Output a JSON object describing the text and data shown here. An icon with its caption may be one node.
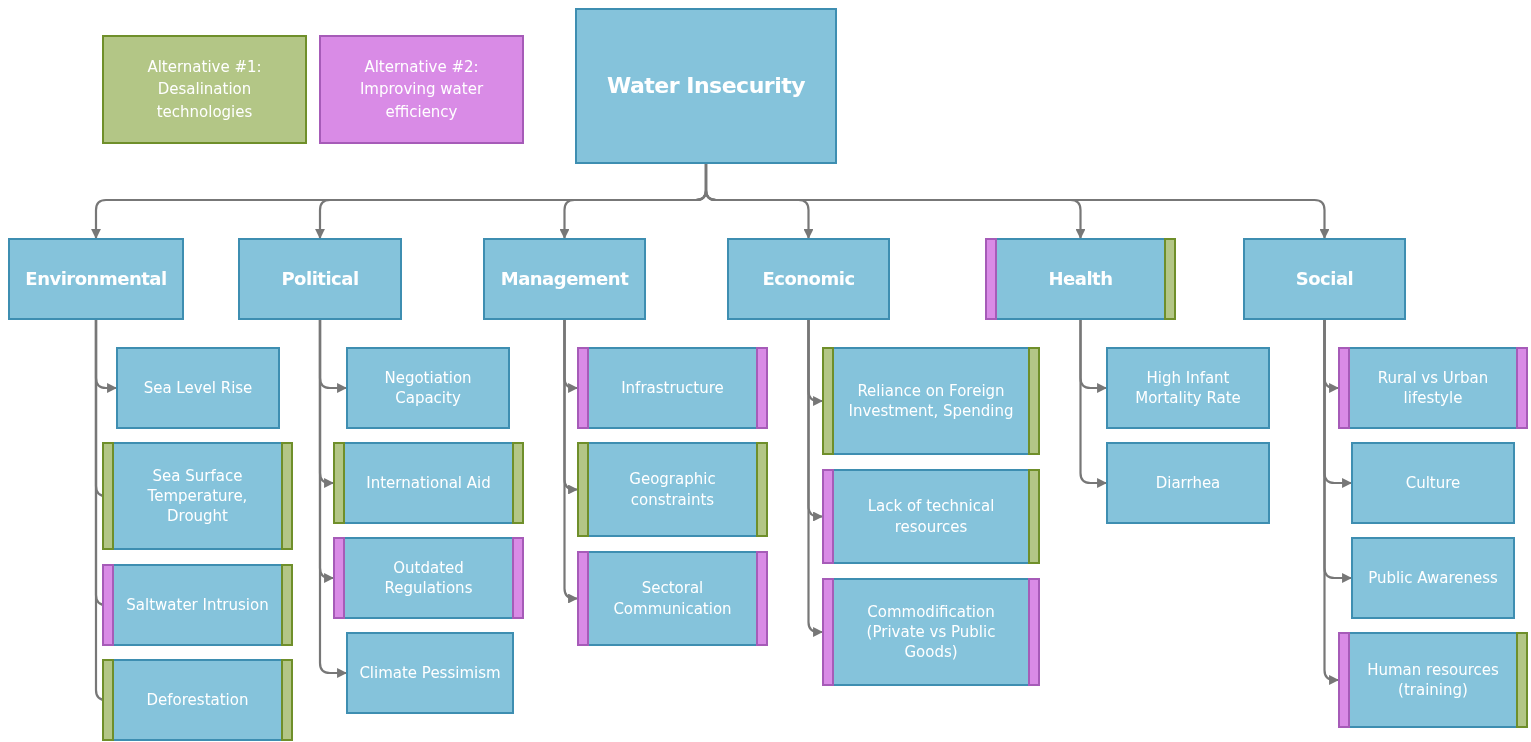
{
  "diagram": {
    "nodes": [
      {
        "text": [
          "Water Insecurity"
        ]
      },
      {
        "text": [
          "Environmental"
        ]
      },
      {
        "text": [
          "Political"
        ]
      },
      {
        "text": [
          "Management"
        ]
      },
      {
        "text": [
          "Economic"
        ]
      },
      {
        "text": [
          "Health"
        ]
      },
      {
        "text": [
          "Social"
        ]
      },
      {
        "text": [
          "Sea Level Rise"
        ]
      },
      {
        "text": [
          "Sea Surface Temperature, Drought"
        ]
      },
      {
        "text": [
          "Saltwater Intrusion"
        ]
      },
      {
        "text": [
          "Deforestation"
        ]
      },
      {
        "text": [
          "Negotiation Capacity"
        ]
      },
      {
        "text": [
          "International Aid"
        ]
      },
      {
        "text": [
          "Outdated Regulations"
        ]
      },
      {
        "text": [
          "Climate Pessimism"
        ]
      },
      {
        "text": [
          "Infrastructure"
        ]
      },
      {
        "text": [
          "Geographic constraints"
        ]
      },
      {
        "text": [
          "Sectoral Communication"
        ]
      },
      {
        "text": [
          "Reliance on Foreign Investment, Spending"
        ]
      },
      {
        "text": [
          "Lack of technical resources"
        ]
      },
      {
        "text": [
          "Commodification (Private vs Public Goods)"
        ]
      },
      {
        "text": [
          "High Infant Mortality Rate"
        ]
      },
      {
        "text": [
          "Diarrhea"
        ]
      },
      {
        "text": [
          "Rural vs Urban lifestyle"
        ]
      },
      {
        "text": [
          "Culture"
        ]
      },
      {
        "text": [
          "Public Awareness"
        ]
      },
      {
        "text": [
          "Human resources (training)"
        ]
      }
    ],
    "edges": [
      {
        "from": 0,
        "to": 1,
        "arrow": "to"
      },
      {
        "from": 0,
        "to": 2,
        "arrow": "to"
      },
      {
        "from": 0,
        "to": 3,
        "arrow": "to"
      },
      {
        "from": 0,
        "to": 4,
        "arrow": "to"
      },
      {
        "from": 0,
        "to": 5,
        "arrow": "to"
      },
      {
        "from": 0,
        "to": 6,
        "arrow": "to"
      },
      {
        "from": 1,
        "to": 7,
        "arrow": "to"
      },
      {
        "from": 1,
        "to": 8,
        "arrow": "to"
      },
      {
        "from": 1,
        "to": 9,
        "arrow": "to"
      },
      {
        "from": 1,
        "to": 10,
        "arrow": "to"
      },
      {
        "from": 2,
        "to": 11,
        "arrow": "to"
      },
      {
        "from": 2,
        "to": 12,
        "arrow": "to"
      },
      {
        "from": 2,
        "to": 13,
        "arrow": "to"
      },
      {
        "from": 2,
        "to": 14,
        "arrow": "to"
      },
      {
        "from": 3,
        "to": 15,
        "arrow": "to"
      },
      {
        "from": 3,
        "to": 16,
        "arrow": "to"
      },
      {
        "from": 3,
        "to": 17,
        "arrow": "to"
      },
      {
        "from": 4,
        "to": 18,
        "arrow": "to"
      },
      {
        "from": 4,
        "to": 19,
        "arrow": "to"
      },
      {
        "from": 4,
        "to": 20,
        "arrow": "to"
      },
      {
        "from": 5,
        "to": 21,
        "arrow": "to"
      },
      {
        "from": 5,
        "to": 22,
        "arrow": "to"
      },
      {
        "from": 6,
        "to": 23,
        "arrow": "to"
      },
      {
        "from": 6,
        "to": 24,
        "arrow": "to"
      },
      {
        "from": 6,
        "to": 25,
        "arrow": "to"
      },
      {
        "from": 6,
        "to": 26,
        "arrow": "to"
      }
    ],
    "legend": [
      {
        "text": "Alternative #1: Desalination technologies",
        "color": "#b3c686"
      },
      {
        "text": "Alternative #2: Improving water efficiency",
        "color": "#d98be6"
      }
    ]
  }
}
